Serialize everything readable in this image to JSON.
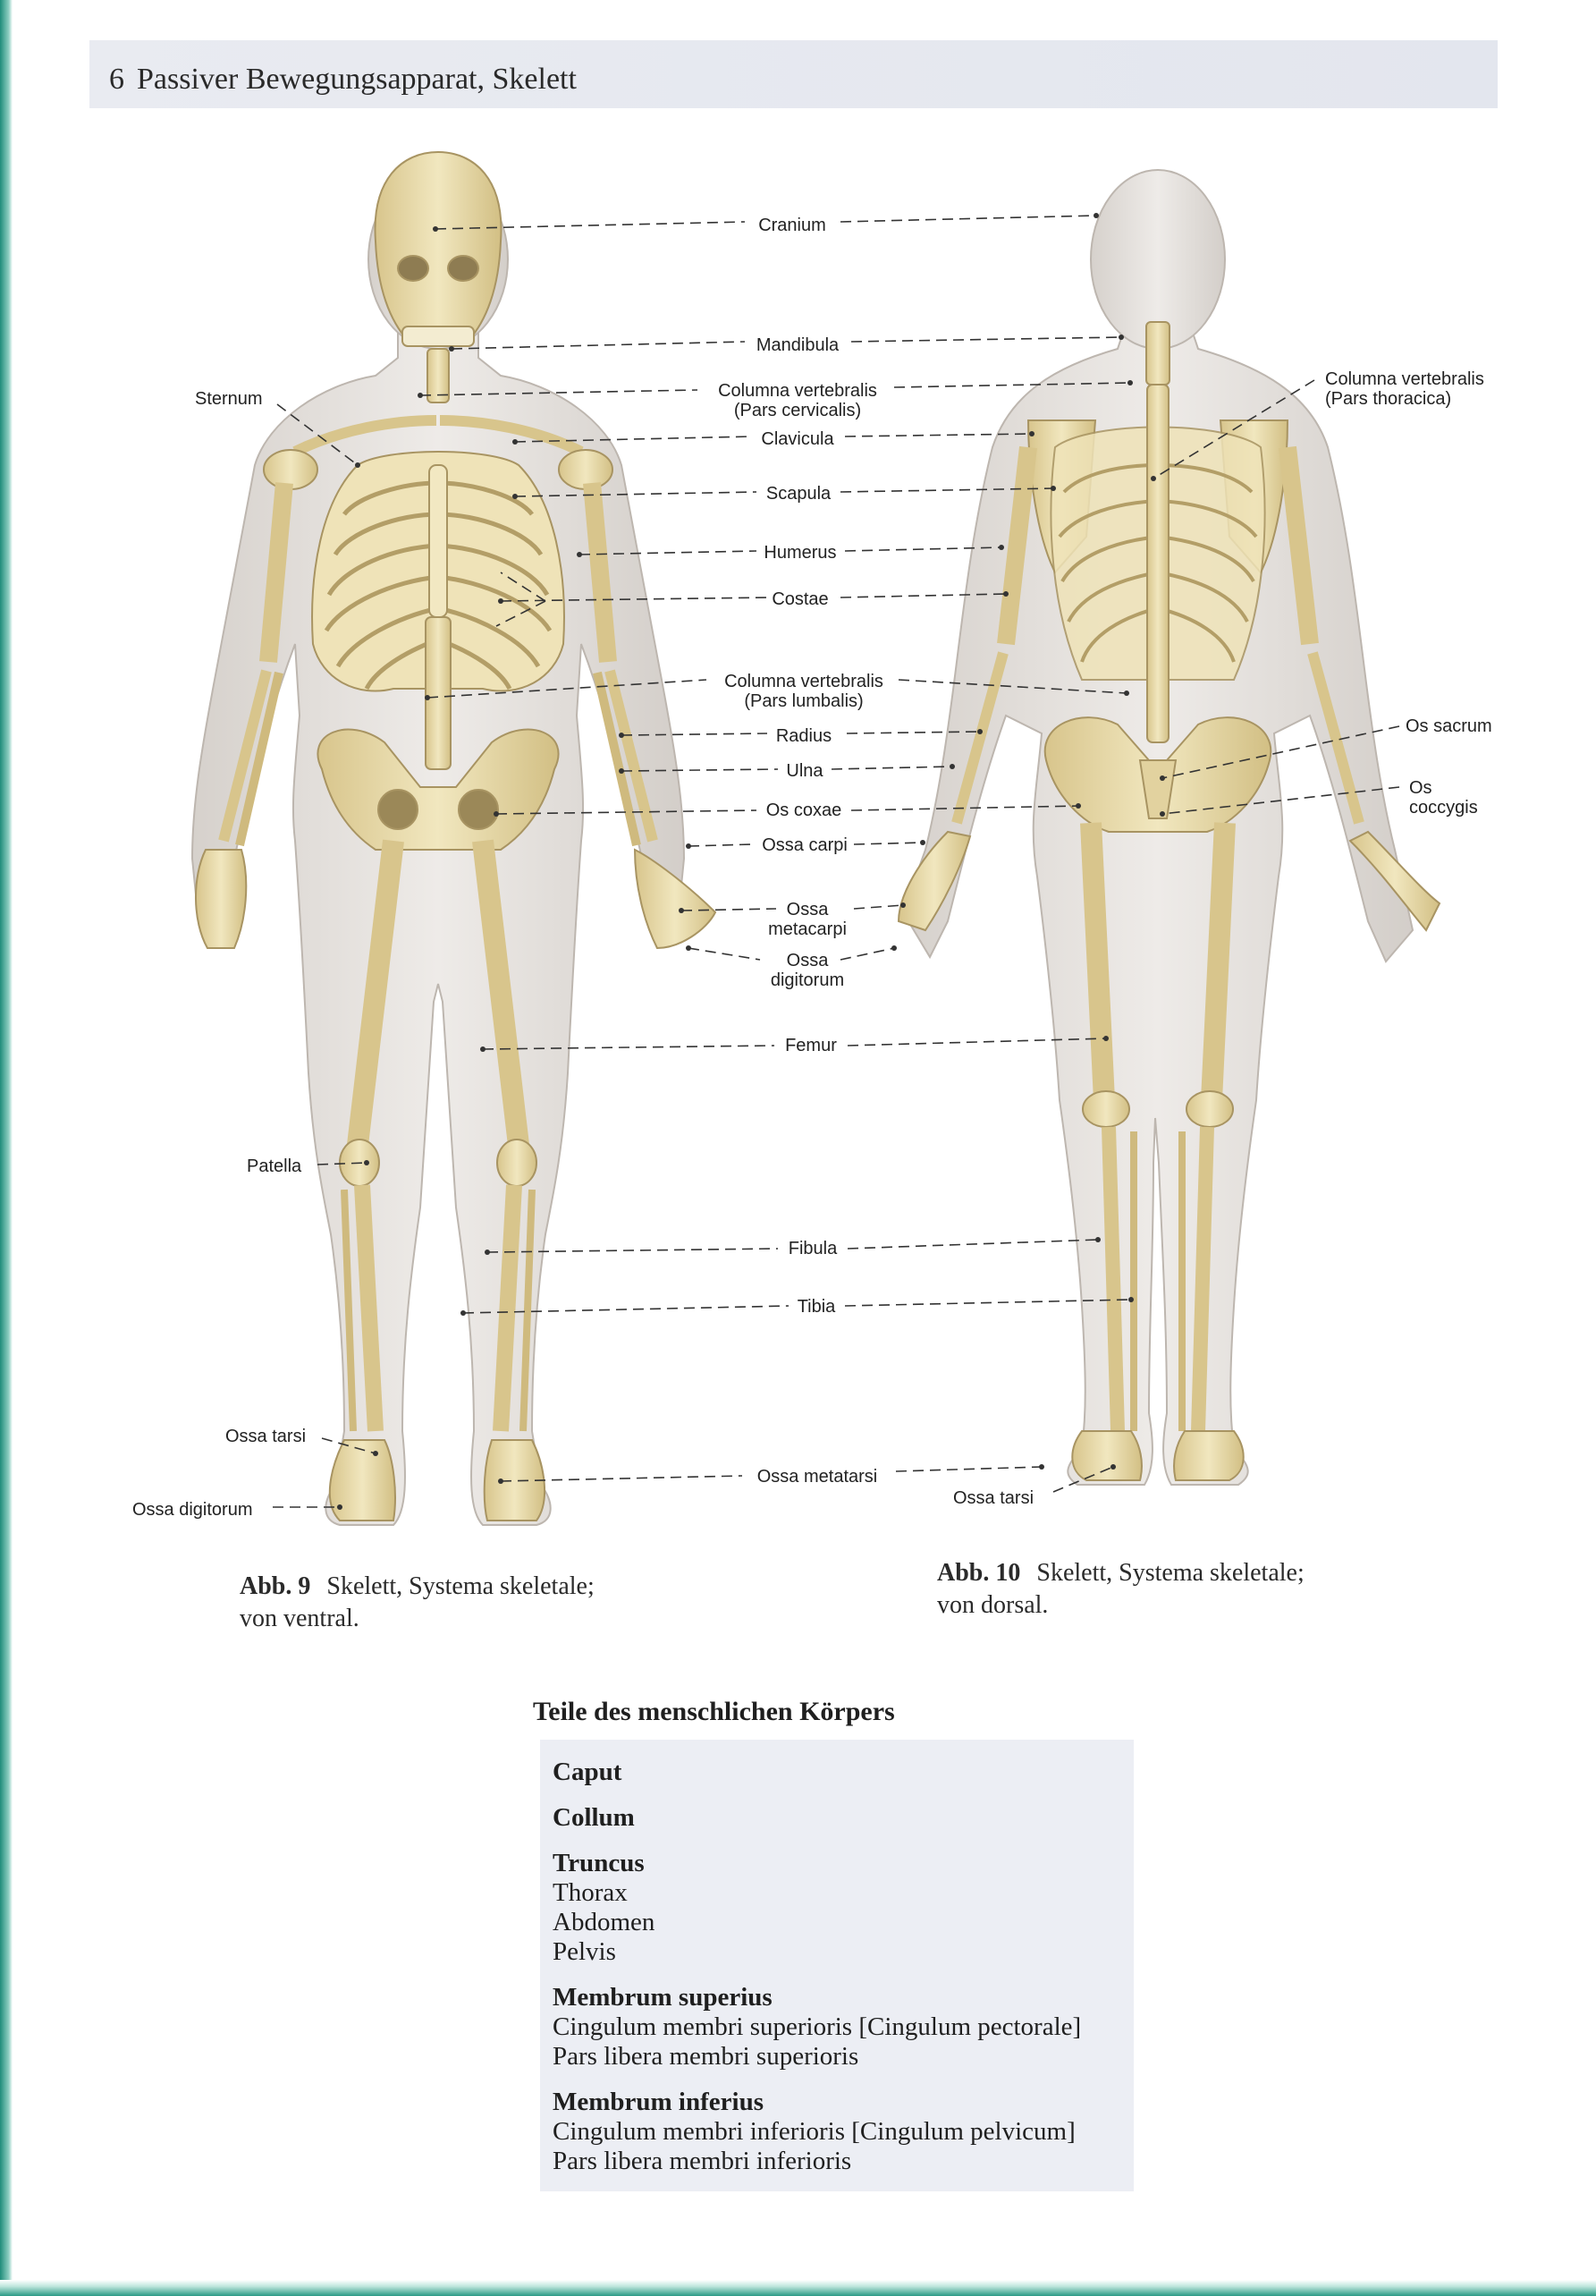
{
  "header": {
    "page_number": "6",
    "title": "Passiver Bewegungsapparat, Skelett"
  },
  "labels": {
    "cranium": "Cranium",
    "mandibula": "Mandibula",
    "columna_cervicalis_1": "Columna vertebralis",
    "columna_cervicalis_2": "(Pars cervicalis)",
    "clavicula": "Clavicula",
    "scapula": "Scapula",
    "humerus": "Humerus",
    "costae": "Costae",
    "columna_lumbalis_1": "Columna vertebralis",
    "columna_lumbalis_2": "(Pars lumbalis)",
    "radius": "Radius",
    "ulna": "Ulna",
    "os_coxae": "Os coxae",
    "ossa_carpi": "Ossa carpi",
    "ossa_metacarpi_1": "Ossa",
    "ossa_metacarpi_2": "metacarpi",
    "ossa_digitorum_hand_1": "Ossa",
    "ossa_digitorum_hand_2": "digitorum",
    "femur": "Femur",
    "fibula": "Fibula",
    "tibia": "Tibia",
    "ossa_metatarsi": "Ossa metatarsi",
    "sternum": "Sternum",
    "patella": "Patella",
    "ossa_tarsi_left": "Ossa tarsi",
    "ossa_digitorum_foot": "Ossa digitorum",
    "ossa_tarsi_right": "Ossa tarsi",
    "columna_thoracica_1": "Columna vertebralis",
    "columna_thoracica_2": "(Pars thoracica)",
    "os_sacrum": "Os sacrum",
    "os_coccygis_1": "Os",
    "os_coccygis_2": "coccygis"
  },
  "captions": {
    "fig9_abb": "Abb. 9",
    "fig9_line1": "Skelett, Systema skeletale;",
    "fig9_line2": "von ventral.",
    "fig10_abb": "Abb. 10",
    "fig10_line1": "Skelett, Systema skeletale;",
    "fig10_line2": "von dorsal."
  },
  "body_parts": {
    "title": "Teile des menschlichen Körpers",
    "caput": "Caput",
    "collum": "Collum",
    "truncus": "Truncus",
    "truncus_items": [
      "Thorax",
      "Abdomen",
      "Pelvis"
    ],
    "membrum_superius": "Membrum superius",
    "membrum_superius_items": [
      "Cingulum membri superioris [Cingulum pectorale]",
      "Pars libera membri superioris"
    ],
    "membrum_inferius": "Membrum inferius",
    "membrum_inferius_items": [
      "Cingulum membri inferioris [Cingulum pelvicum]",
      "Pars libera membri inferioris"
    ]
  },
  "colors": {
    "bone": "#e9dcab",
    "bone_shade": "#c9b67a",
    "skin": "#e7e3e0",
    "skin_shade": "#cdc7c2",
    "header_band": "#e6e8ef",
    "box_background": "#eceef4",
    "page_edge": "#2a9a86"
  }
}
